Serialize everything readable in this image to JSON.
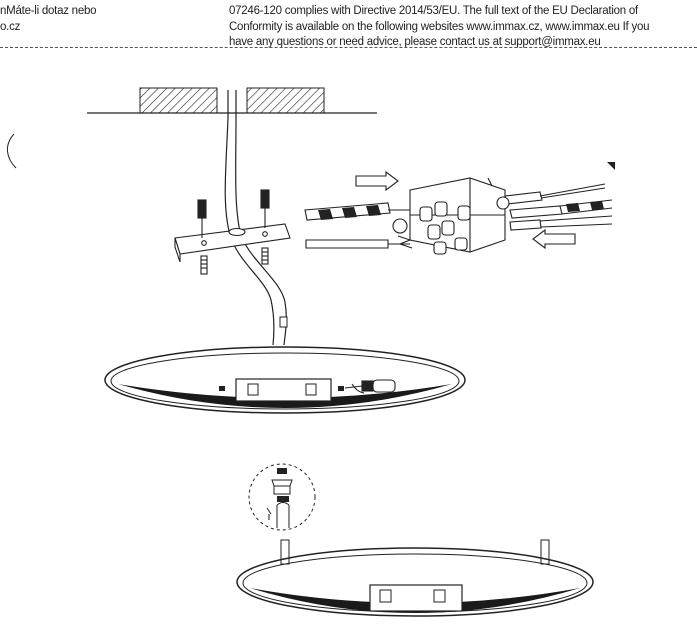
{
  "left_text": {
    "lines": [
      "nMáte-li dotaz nebo",
      "o.cz"
    ]
  },
  "right_text": {
    "lines": [
      "07246-120 complies with Directive 2014/53/EU. The full text of the EU Declaration of",
      "Conformity is available on the following websites www.immax.cz, www.immax.eu If you",
      "have any questions or need advice, please contact us at support@immax.eu"
    ]
  },
  "colors": {
    "ink": "#222222",
    "ring_inner": "#1a1a1a"
  },
  "icons": [
    "ceiling-joist-icon",
    "mounting-bracket-icon",
    "terminal-block-icon",
    "screwdriver-icon",
    "detail-callout-icon"
  ]
}
